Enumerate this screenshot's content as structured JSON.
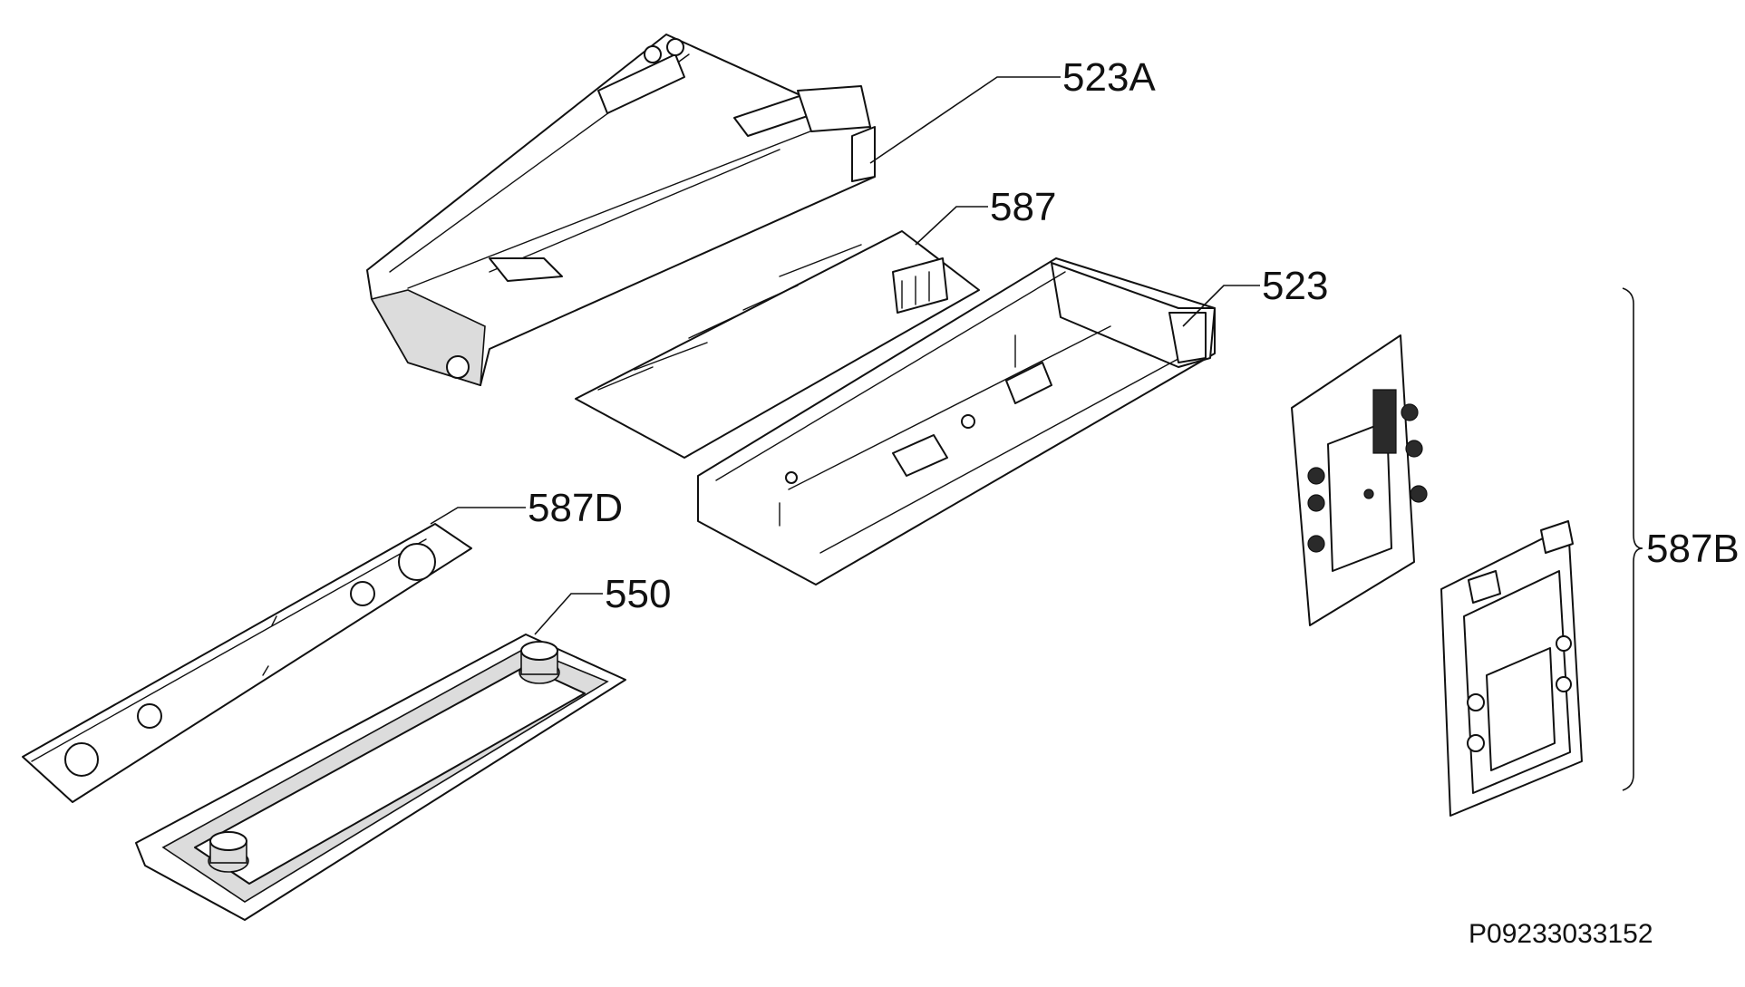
{
  "callouts": {
    "c523a": "523A",
    "c587": "587",
    "c523": "523",
    "c587d": "587D",
    "c550": "550",
    "c587b": "587B"
  },
  "drawing_code": "P09233033152"
}
